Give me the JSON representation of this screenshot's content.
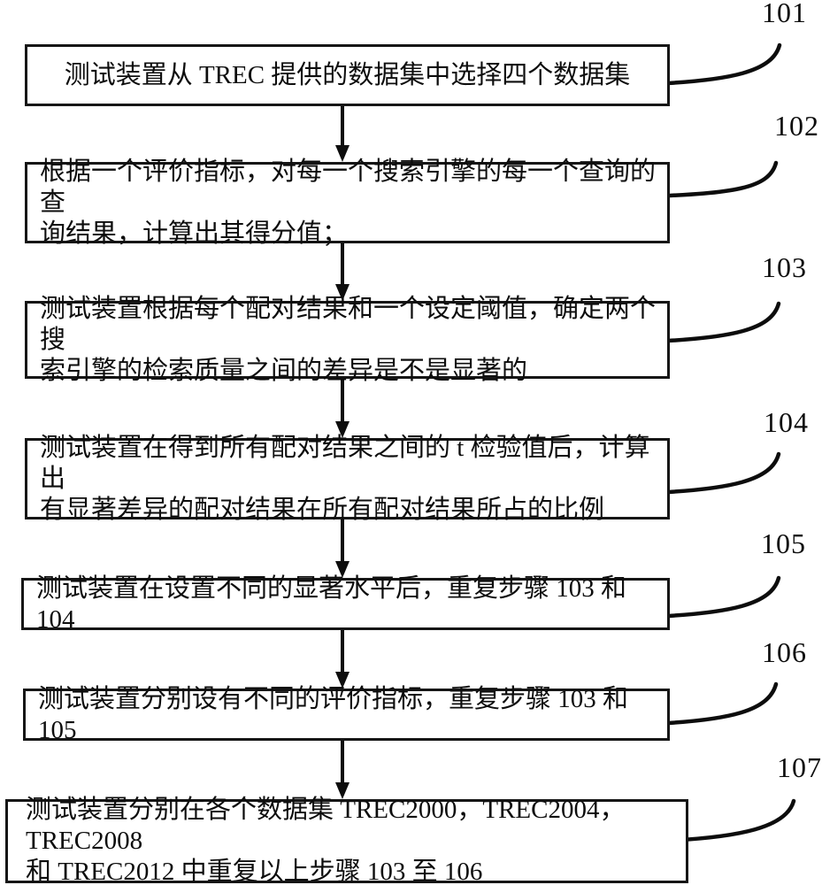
{
  "figure": {
    "type": "flowchart",
    "background": "#ffffff",
    "line_color": "#0d0d0d"
  },
  "steps": [
    {
      "id": "101",
      "text": "测试装置从 TREC 提供的数据集中选择四个数据集"
    },
    {
      "id": "102",
      "text": "根据一个评价指标，对每一个搜索引擎的每一个查询的查\n询结果，计算出其得分值；"
    },
    {
      "id": "103",
      "text": "测试装置根据每个配对结果和一个设定阈值，确定两个搜\n索引擎的检索质量之间的差异是不是显著的"
    },
    {
      "id": "104",
      "text": "测试装置在得到所有配对结果之间的 t 检验值后，计算出\n有显著差异的配对结果在所有配对结果所占的比例"
    },
    {
      "id": "105",
      "text": "测试装置在设置不同的显著水平后，重复步骤 103 和 104"
    },
    {
      "id": "106",
      "text": "测试装置分别设有不同的评价指标，重复步骤 103 和 105"
    },
    {
      "id": "107",
      "text": "测试装置分别在各个数据集 TREC2000，TREC2004，TREC2008\n和 TREC2012 中重复以上步骤 103 至 106"
    }
  ]
}
